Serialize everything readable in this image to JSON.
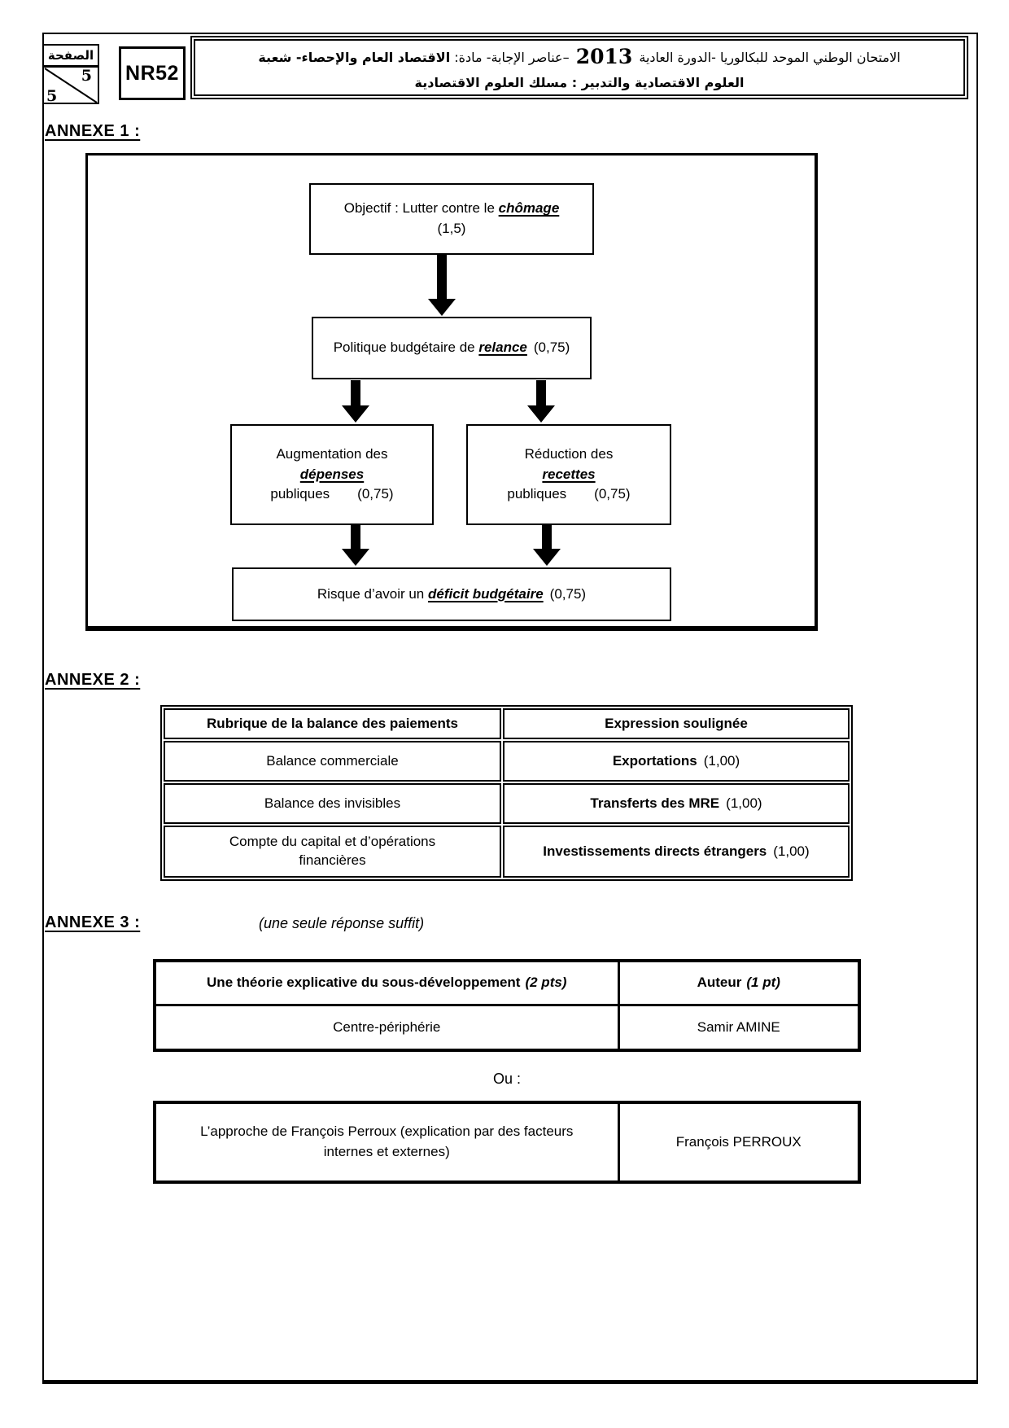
{
  "header": {
    "page_label": "الصفحة",
    "page_current": "5",
    "page_total": "5",
    "code": "NR52",
    "title_part1": "الامتحان الوطني الموحد للبكالوريا -الدورة العادية",
    "title_year": "2013",
    "title_part2": "–عناصر الإجابة- مادة:",
    "title_part3": "الاقتصاد العام والإحصاء- شعبة",
    "title_line2": "العلوم الاقتصادية والتدبير : مسلك العلوم الاقتصادية"
  },
  "annexe1": {
    "heading": "ANNEXE 1 :",
    "flowchart": {
      "objectif": {
        "text": "Objectif : Lutter contre le ",
        "emphasis": "chômage",
        "score": "(1,5)"
      },
      "politique": {
        "text": "Politique budgétaire de ",
        "emphasis": "relance",
        "score": "(0,75)"
      },
      "augmentation": {
        "line1": "Augmentation des",
        "emphasis": "dépenses",
        "line3": "publiques",
        "score": "(0,75)"
      },
      "reduction": {
        "line1": "Réduction des",
        "emphasis": "recettes",
        "line3": "publiques",
        "score": "(0,75)"
      },
      "risque": {
        "text": "Risque d’avoir un ",
        "emphasis": "déficit budgétaire",
        "score": "(0,75)"
      }
    }
  },
  "annexe2": {
    "heading": "ANNEXE 2 :",
    "table": {
      "col1_header": "Rubrique de la balance des paiements",
      "col2_header": "Expression soulignée",
      "rows": [
        {
          "rubrique": "Balance commerciale",
          "expression": "Exportations",
          "score": "(1,00)"
        },
        {
          "rubrique": "Balance des invisibles",
          "expression": "Transferts des MRE",
          "score": "(1,00)"
        },
        {
          "rubrique": "Compte du capital et d’opérations financières",
          "expression": "Investissements directs étrangers",
          "score": "(1,00)"
        }
      ]
    }
  },
  "annexe3": {
    "heading": "ANNEXE 3 :",
    "note": "(une seule réponse suffit)",
    "table1": {
      "col1_header": "Une théorie explicative du sous-développement",
      "col1_header_pts": "(2 pts)",
      "col2_header": "Auteur",
      "col2_header_pts": "(1 pt)",
      "theory": "Centre-périphérie",
      "author": "Samir AMINE"
    },
    "separator": "Ou :",
    "table2": {
      "theory": "L’approche de François Perroux (explication par des facteurs internes et externes)",
      "author": "François PERROUX"
    }
  }
}
